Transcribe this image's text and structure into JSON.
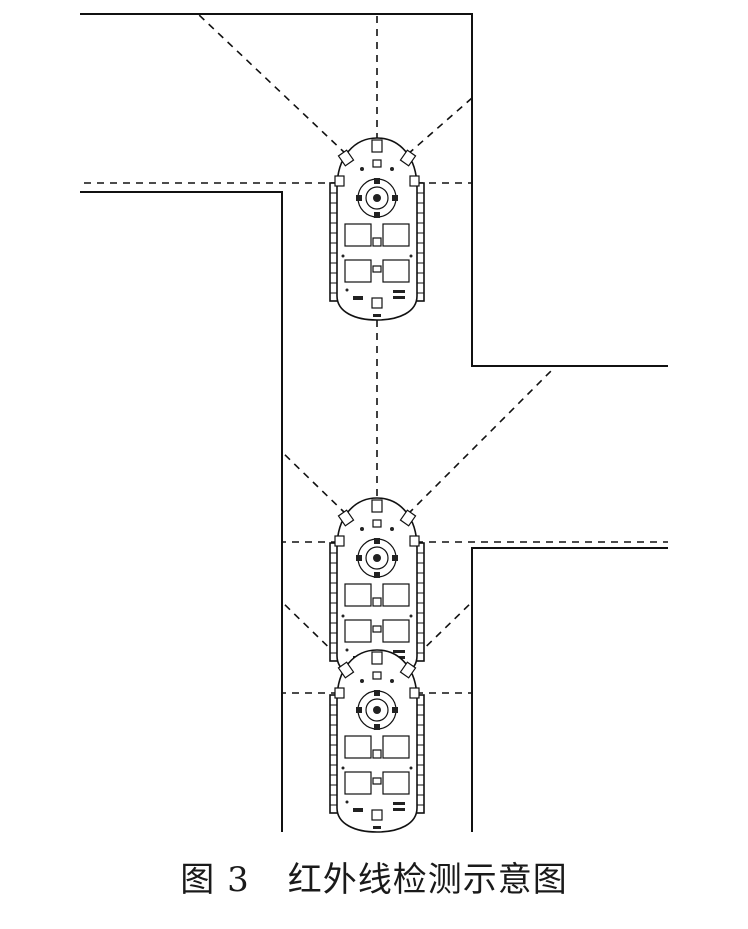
{
  "figure": {
    "label": "图 3",
    "title": "红外线检测示意图"
  },
  "robots": [
    {
      "id": "robot-1"
    },
    {
      "id": "robot-2"
    },
    {
      "id": "robot-3"
    }
  ],
  "colors": {
    "line": "#111111",
    "background": "#ffffff"
  }
}
